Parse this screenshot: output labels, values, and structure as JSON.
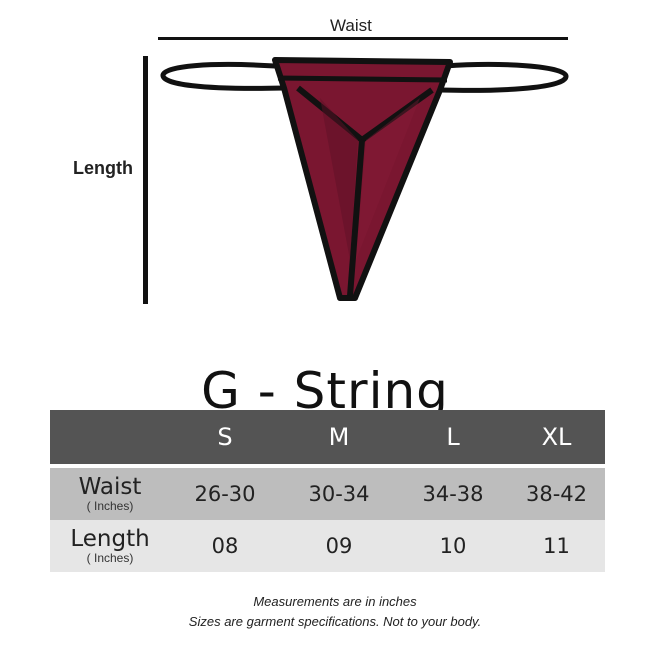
{
  "figure": {
    "waist_label": "Waist",
    "length_label": "Length",
    "garment_color": "#7a1630"
  },
  "title": "G - String",
  "size_table": {
    "headers": [
      "",
      "S",
      "M",
      "L",
      "XL"
    ],
    "rows": [
      {
        "label": "Waist",
        "unit": "( Inches)",
        "values": [
          "26-30",
          "30-34",
          "34-38",
          "38-42"
        ]
      },
      {
        "label": "Length",
        "unit": "( Inches)",
        "values": [
          "08",
          "09",
          "10",
          "11"
        ]
      }
    ]
  },
  "notes": {
    "line1": "Measurements are in inches",
    "line2": "Sizes are garment specifications. Not to your body."
  }
}
